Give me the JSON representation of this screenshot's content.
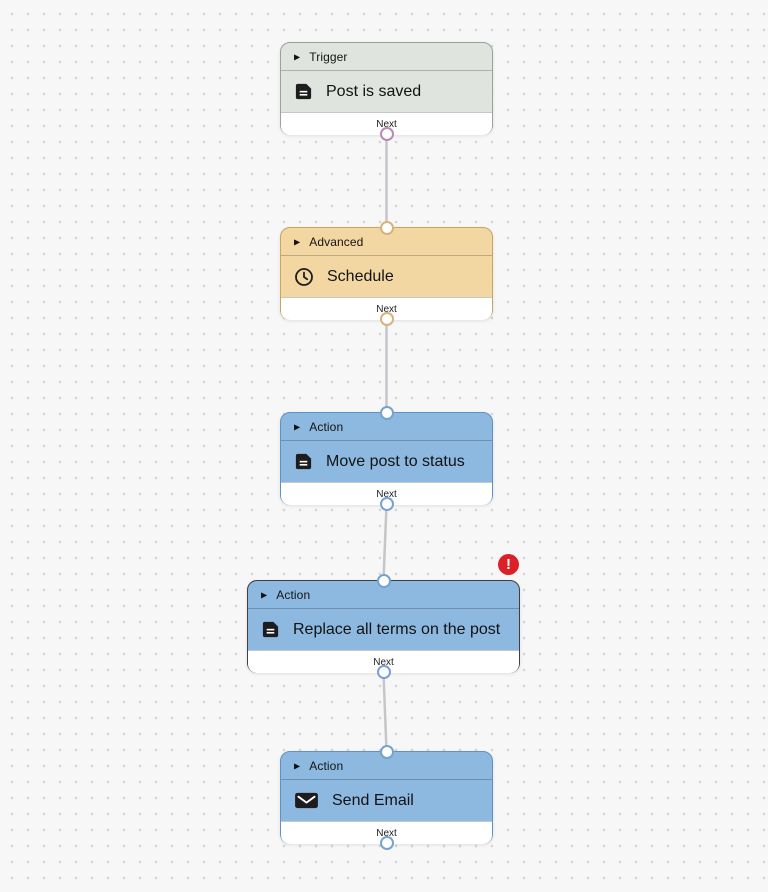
{
  "colors": {
    "canvas_bg": "#f7f7f8",
    "dot": "#d6d6da",
    "edge_line": "#c6c6ca",
    "error_badge": "#dc2027"
  },
  "icons": {
    "collapse_triangle": "▶",
    "error_exclamation": "!"
  },
  "nodes": [
    {
      "kind": "Trigger",
      "title": "Post is saved",
      "footer_label": "Next",
      "icon": "document-icon",
      "fill": "#dfe4df",
      "border": "#9aa29a",
      "port_color": "#b68bb4"
    },
    {
      "kind": "Advanced",
      "title": "Schedule",
      "footer_label": "Next",
      "icon": "clock-icon",
      "fill": "#f2d7a3",
      "border": "#c9a55e",
      "port_color": "#d8b379"
    },
    {
      "kind": "Action",
      "title": "Move post to status",
      "footer_label": "Next",
      "icon": "document-icon",
      "fill": "#8db9e0",
      "border": "#5e92c4",
      "port_color": "#74a3d1"
    },
    {
      "kind": "Action",
      "title": "Replace all terms on the post",
      "footer_label": "Next",
      "icon": "document-icon",
      "fill": "#8db9e0",
      "border": "#3f3f3f",
      "port_color": "#74a3d1",
      "error_badge": "!"
    },
    {
      "kind": "Action",
      "title": "Send Email",
      "footer_label": "Next",
      "icon": "envelope-icon",
      "fill": "#8db9e0",
      "border": "#5e92c4",
      "port_color": "#74a3d1"
    }
  ]
}
